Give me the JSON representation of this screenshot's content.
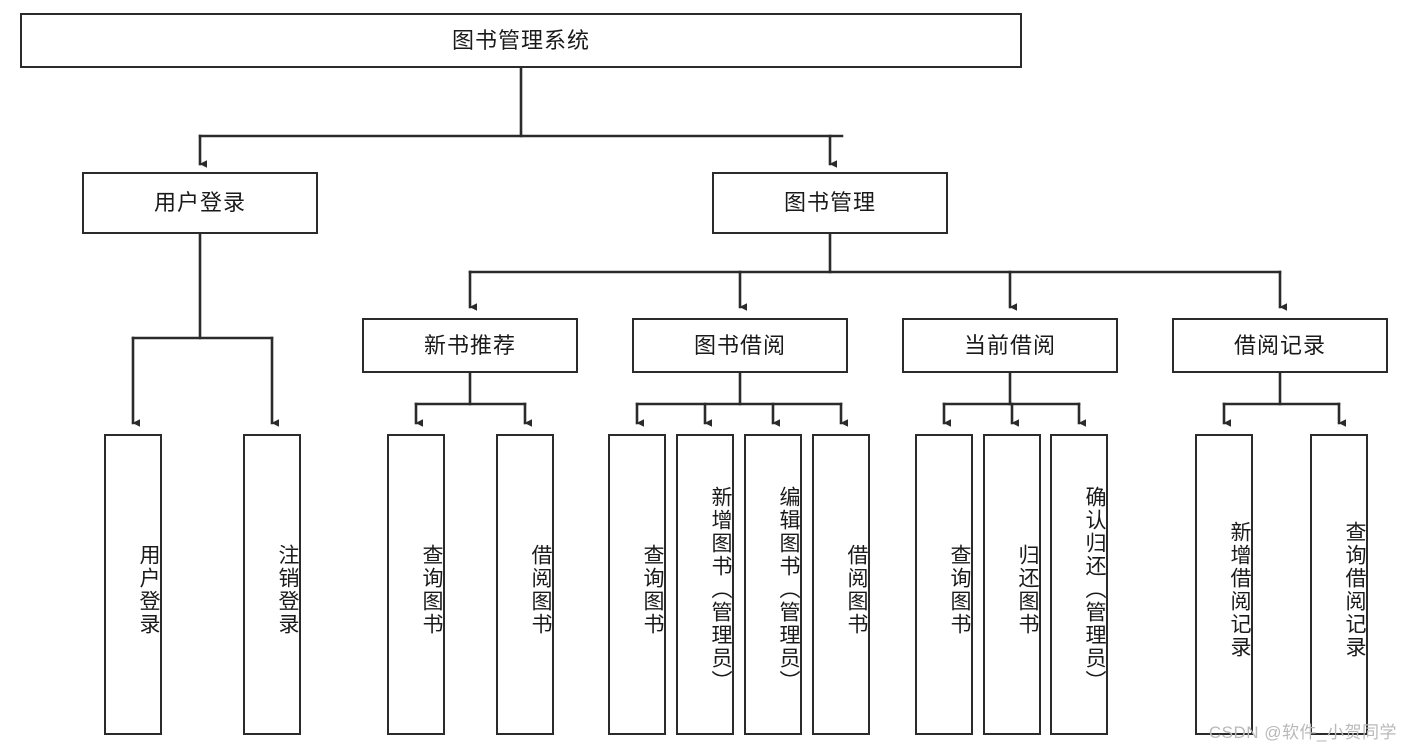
{
  "diagram": {
    "title": "图书管理系统",
    "type": "tree-hierarchy",
    "watermark": "CSDN @软件_小贺同学",
    "colors": {
      "stroke": "#2b2b2b",
      "fill": "#ffffff",
      "text": "#1a1a1a",
      "watermark": "#b9b9b9"
    },
    "levels": {
      "root": {
        "label": "图书管理系统"
      },
      "level2": [
        {
          "label": "用户登录"
        },
        {
          "label": "图书管理"
        }
      ],
      "level3": [
        {
          "label": "新书推荐"
        },
        {
          "label": "图书借阅"
        },
        {
          "label": "当前借阅"
        },
        {
          "label": "借阅记录"
        }
      ],
      "level4": {
        "user_login": [
          {
            "label": "用户登录"
          },
          {
            "label": "注销登录"
          }
        ],
        "new_book_recommend": [
          {
            "label": "查询图书"
          },
          {
            "label": "借阅图书"
          }
        ],
        "book_borrow": [
          {
            "label": "查询图书"
          },
          {
            "label": "新增图书（管理员）"
          },
          {
            "label": "编辑图书（管理员）"
          },
          {
            "label": "借阅图书"
          }
        ],
        "current_borrow": [
          {
            "label": "查询图书"
          },
          {
            "label": "归还图书"
          },
          {
            "label": "确认归还（管理员）"
          }
        ],
        "borrow_record": [
          {
            "label": "新增借阅记录"
          },
          {
            "label": "查询借阅记录"
          }
        ]
      }
    }
  }
}
